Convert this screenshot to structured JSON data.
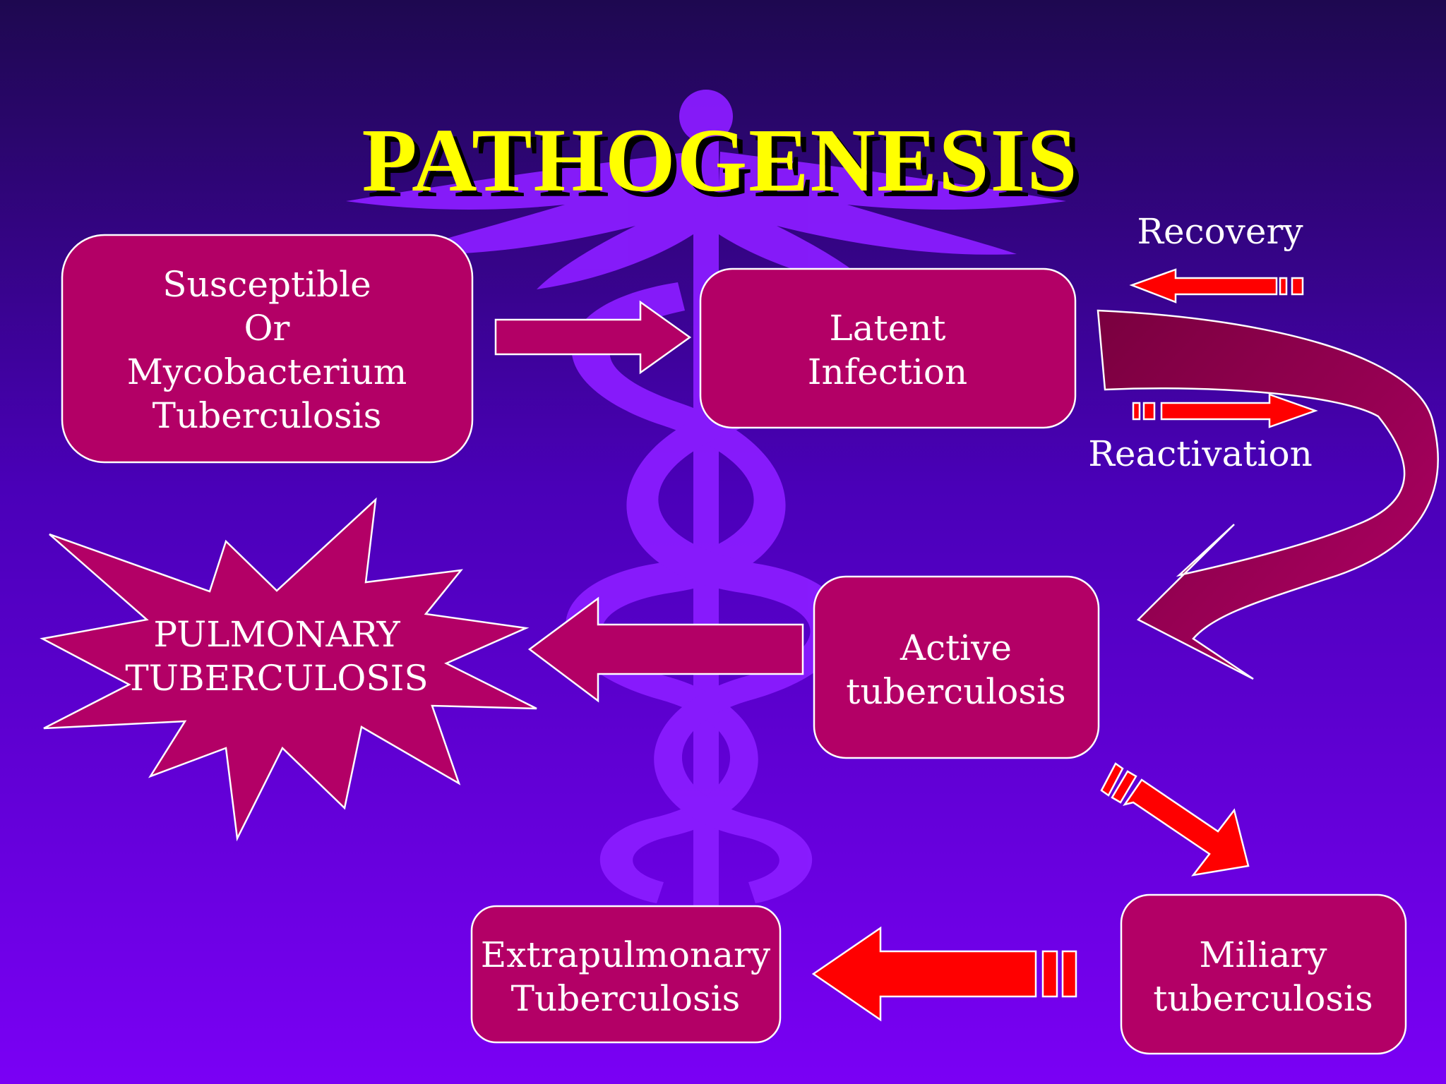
{
  "title": "PATHOGENESIS",
  "colors": {
    "bg_top": "#1e0850",
    "bg_bottom": "#7a00f5",
    "caduceus": "#8a1cff",
    "box_fill": "#b30066",
    "box_stroke": "#ffffff",
    "red_arrow": "#ff0000",
    "title": "#ffff00",
    "title_shadow": "#000000"
  },
  "nodes": {
    "susceptible": {
      "line1": "Susceptible",
      "line2": "Or",
      "line3": "Mycobacterium",
      "line4": "Tuberculosis"
    },
    "latent": {
      "line1": "Latent",
      "line2": "Infection"
    },
    "active": {
      "line1": "Active",
      "line2": "tuberculosis"
    },
    "pulmonary": {
      "line1": "PULMONARY",
      "line2": "TUBERCULOSIS"
    },
    "miliary": {
      "line1": "Miliary",
      "line2": "tuberculosis"
    },
    "extrapulmonary": {
      "line1": "Extrapulmonary",
      "line2": "Tuberculosis"
    }
  },
  "labels": {
    "recovery": "Recovery",
    "reactivation": "Reactivation"
  }
}
